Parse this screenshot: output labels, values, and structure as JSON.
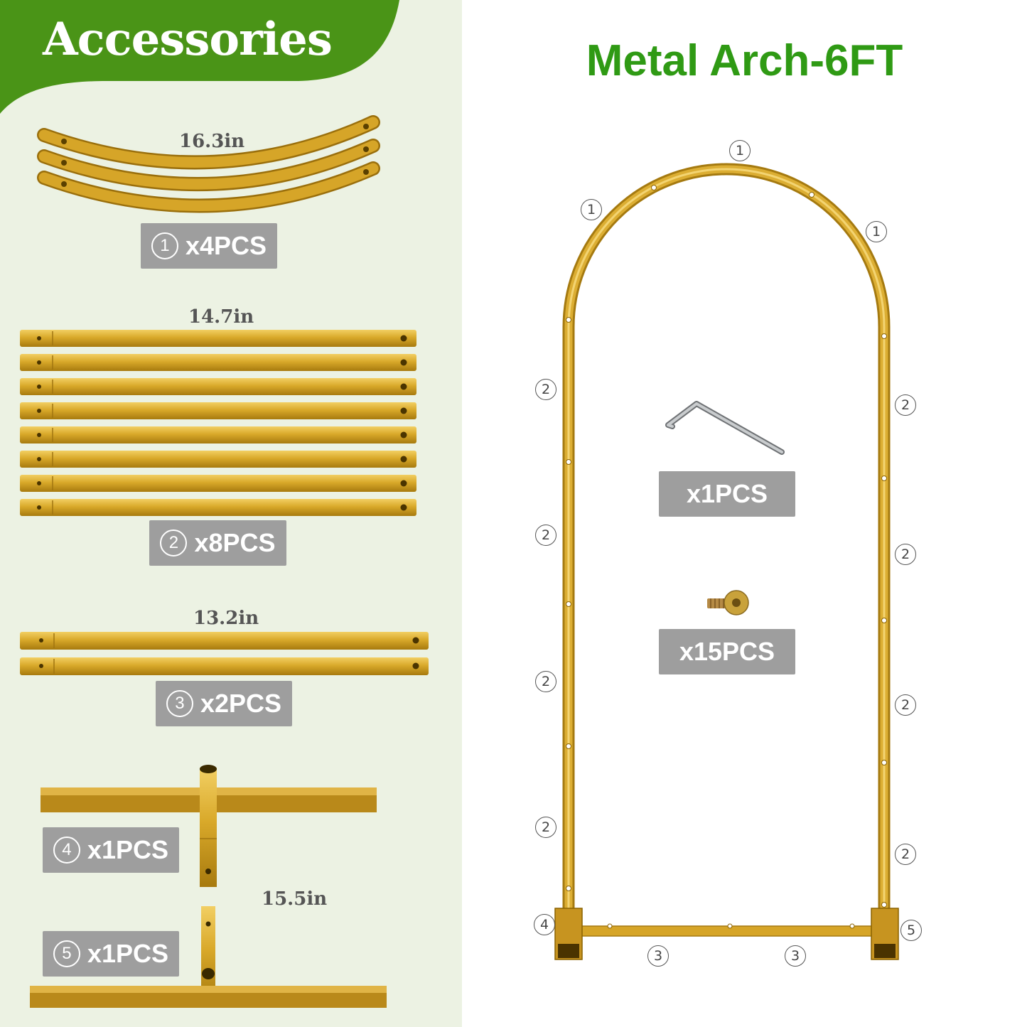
{
  "accessories_title": "Accessories",
  "main_title": "Metal Arch-6FT",
  "colors": {
    "green": "#4a9417",
    "title_green": "#2f9a14",
    "gold": "#d4a21c",
    "badge_gray": "#9e9e9e",
    "panel_bg": "#ecf2e3"
  },
  "parts": [
    {
      "num": "1",
      "qty": "x4PCS",
      "dimension": "16.3in"
    },
    {
      "num": "2",
      "qty": "x8PCS",
      "dimension": "14.7in"
    },
    {
      "num": "3",
      "qty": "x2PCS",
      "dimension": "13.2in"
    },
    {
      "num": "4",
      "qty": "x1PCS",
      "dimension": "15.5in"
    },
    {
      "num": "5",
      "qty": "x1PCS"
    }
  ],
  "hardware": [
    {
      "icon": "allen-wrench-icon",
      "qty": "x1PCS"
    },
    {
      "icon": "screw-icon",
      "qty": "x15PCS"
    }
  ],
  "callouts": [
    "1",
    "1",
    "1",
    "2",
    "2",
    "2",
    "2",
    "2",
    "2",
    "2",
    "2",
    "4",
    "5",
    "3",
    "3"
  ]
}
